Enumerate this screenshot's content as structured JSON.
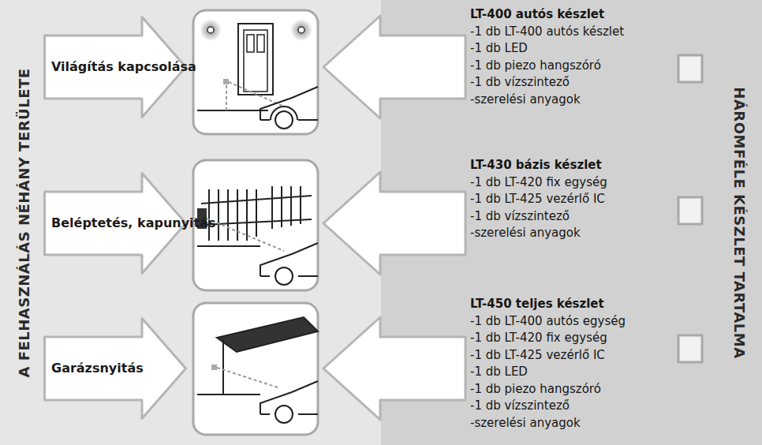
{
  "diagram": {
    "nodes": [
      {
        "text": [
          "Világítás kapcsolása"
        ]
      },
      {
        "text": [
          "Beléptetés, kapunyitás"
        ]
      },
      {
        "text": [
          "Garázsnyitás"
        ]
      }
    ],
    "labels": [
      "A FELHASZNÁLÁS NÉHÁNY TERÜLETE",
      "LT-400 autós készlet",
      "-1 db LT-400 autós készlet",
      "-1 db LED",
      "-1 db piezo hangszóró",
      "-1 db vízszintező",
      "-szerelési anyagok",
      "LT-430 bázis készlet",
      "-1 db LT-420 fix egység",
      "-1 db LT-425 vezérlő IC",
      "-1 db vízszintező",
      "-szerelési anyagok",
      "LT-450 teljes készlet",
      "-1 db LT-400 autós egység",
      "-1 db LT-420 fix egység",
      "-1 db LT-425 vezérlő IC",
      "-1 db LED",
      "-1 db piezo hangszóró",
      "-1 db vízszintező",
      "-szerelési anyagok",
      "HÁROMFÉLE KÉSZLET TARTALMA"
    ]
  }
}
